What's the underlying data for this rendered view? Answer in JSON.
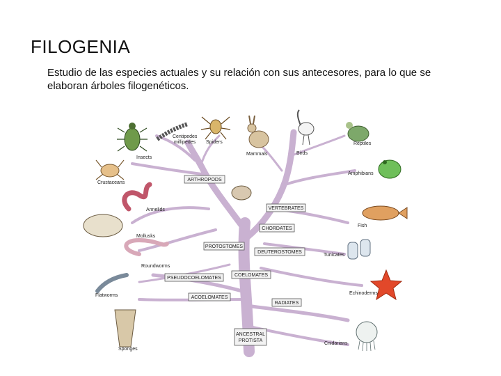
{
  "slide": {
    "title": "FILOGENIA",
    "subtitle": "Estudio de las especies actuales y su relación con sus antecesores, para lo que se elaboran árboles filogenéticos."
  },
  "tree": {
    "nodes": {
      "arthropods": "ARTHROPODS",
      "vertebrates": "VERTEBRATES",
      "chordates": "CHORDATES",
      "protostomes": "PROTOSTOMES",
      "deuterostomes": "DEUTEROSTOMES",
      "pseudocoelomates": "PSEUDOCOELOMATES",
      "coelomates": "COELOMATES",
      "acoelomates": "ACOELOMATES",
      "radiates": "RADIATES",
      "ancestral_1": "ANCESTRAL",
      "ancestral_2": "PROTISTA"
    },
    "labels": {
      "insects": "Insects",
      "centipedes": "Centipedes",
      "millipedes": "millipedes",
      "spiders": "Spiders",
      "mammals": "Mammals",
      "birds": "Birds",
      "reptiles": "Reptiles",
      "crustaceans": "Crustaceans",
      "amphibians": "Amphibians",
      "annelids": "Annelids",
      "fish": "Fish",
      "mollusks": "Mollusks",
      "tunicates": "Tunicates",
      "roundworms": "Roundworms",
      "flatworms": "Flatworms",
      "echinoderms": "Echinoderms",
      "sponges": "Sponges",
      "cnidarians": "Cnidarians"
    }
  },
  "colors": {
    "trunk": "#cdb6d4",
    "trunk_stroke": "#a98fb3"
  }
}
